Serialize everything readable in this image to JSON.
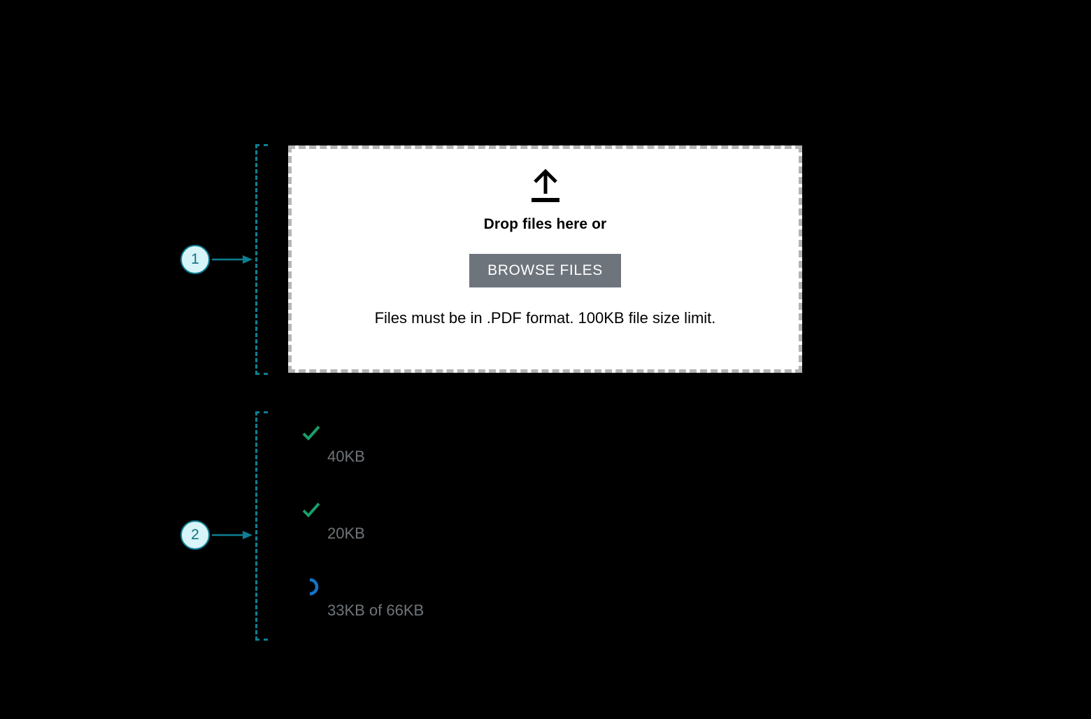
{
  "annotations": {
    "markers": [
      {
        "label": "1",
        "target": "upload-dropzone"
      },
      {
        "label": "2",
        "target": "uploaded-file-list"
      }
    ],
    "accent_color": "#0e7f92",
    "marker_fill": "#d7f4f8"
  },
  "dropzone": {
    "icon": "upload-arrow-icon",
    "title": "Drop files here or",
    "browse_label": "BROWSE FILES",
    "hint": "Files must be in .PDF format. 100KB file size limit.",
    "button_color": "#6e747c",
    "border_color": "#b4b4b4",
    "background": "#ffffff"
  },
  "file_list": {
    "success_color": "#1a9e6b",
    "progress_color": "#1275c8",
    "meta_color": "#6e7478",
    "files": [
      {
        "status_icon": "check-icon",
        "name": "",
        "meta": "40KB"
      },
      {
        "status_icon": "check-icon",
        "name": "",
        "meta": "20KB"
      },
      {
        "status_icon": "spinner-icon",
        "name": "",
        "meta": "33KB of 66KB"
      }
    ]
  }
}
